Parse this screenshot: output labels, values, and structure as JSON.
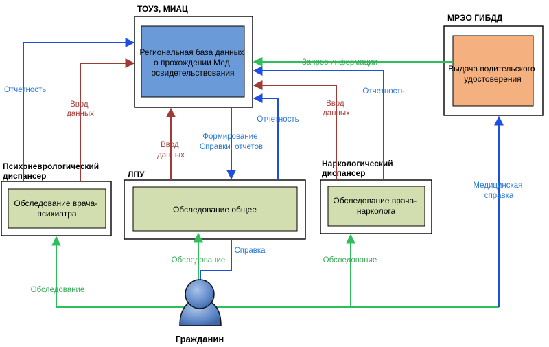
{
  "colors": {
    "blue": "#1f4fe0",
    "red": "#9e3b36",
    "green": "#2fbf5a",
    "db_fill": "#6b9ad8",
    "exam_fill": "#d3deb0",
    "gibdd_fill": "#f4b07e"
  },
  "nodes": {
    "touz": {
      "title": "ТОУЗ, МИАЦ",
      "lines": [
        "Региональная база данных",
        "о прохождении Мед",
        "освидетельствования"
      ]
    },
    "mreo": {
      "title": "МРЭО ГИБДД",
      "lines": [
        "Выдача водительского",
        "удостоверения"
      ]
    },
    "psycho": {
      "title_lines": [
        "Психоневрологический",
        "диспансер"
      ],
      "lines": [
        "Обследование врача-",
        "психиатра"
      ]
    },
    "lpu": {
      "title": "ЛПУ",
      "lines": [
        "Обследование общее"
      ]
    },
    "narco": {
      "title_lines": [
        "Наркологический",
        "диспансер"
      ],
      "lines": [
        "Обследование врача-",
        "нарколога"
      ]
    },
    "citizen": {
      "label": "Гражданин"
    }
  },
  "edges": {
    "psycho_report": "Отчетность",
    "psycho_input": [
      "Ввод",
      "данных"
    ],
    "lpu_input": [
      "Ввод",
      "данных"
    ],
    "lpu_forming": [
      "Формирование",
      "Справки, отчетов"
    ],
    "lpu_report": "Отчетность",
    "narco_input": [
      "Ввод",
      "данных"
    ],
    "narco_report": "Отчетность",
    "info_request": "Запрос информации",
    "medical_cert": [
      "Медицинская",
      "справка"
    ],
    "lpu_exam": "Обследование",
    "certificate": "Справка",
    "narco_exam": "Обследование",
    "psycho_exam": "Обследование"
  }
}
